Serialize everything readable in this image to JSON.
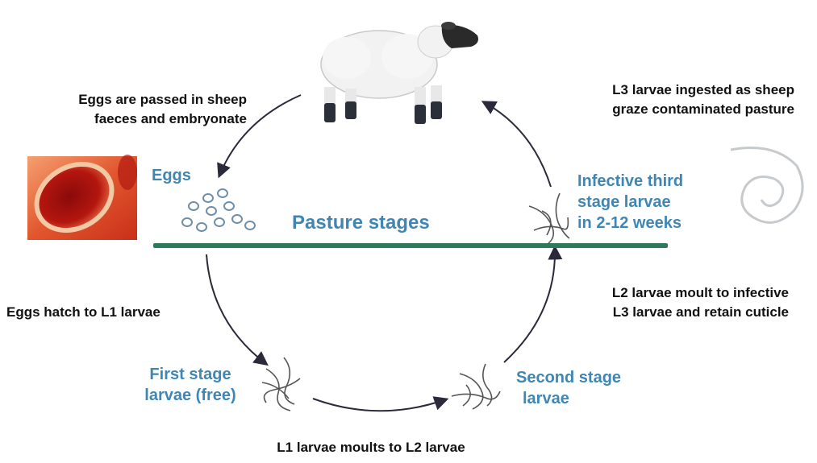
{
  "captions": {
    "eggs_passed": [
      "Eggs are passed in sheep",
      "faeces and embryonate"
    ],
    "l3_ingested": [
      "L3 larvae ingested as sheep",
      "graze contaminated pasture"
    ],
    "eggs_hatch": "Eggs hatch to L1 larvae",
    "l2_moult": [
      "L2 larvae moult to infective",
      "L3 larvae and retain cuticle"
    ],
    "l1_moult": "L1 larvae moults to L2 larvae"
  },
  "stages": {
    "eggs": "Eggs",
    "pasture": "Pasture stages",
    "infective": [
      "Infective third",
      "stage larvae",
      "in 2-12 weeks"
    ],
    "first": [
      "First stage",
      "larvae (free)"
    ],
    "second": [
      "Second stage",
      "larvae"
    ]
  },
  "colors": {
    "stage_text": "#3f86b4",
    "caption_text": "#111111",
    "pasture_line": "#2f7a5a",
    "arrow": "#2a2a3a"
  },
  "icons": [
    "sheep-illustration",
    "egg-micrograph",
    "egg-cluster-icon",
    "larva-icon",
    "coiled-larva-icon"
  ]
}
